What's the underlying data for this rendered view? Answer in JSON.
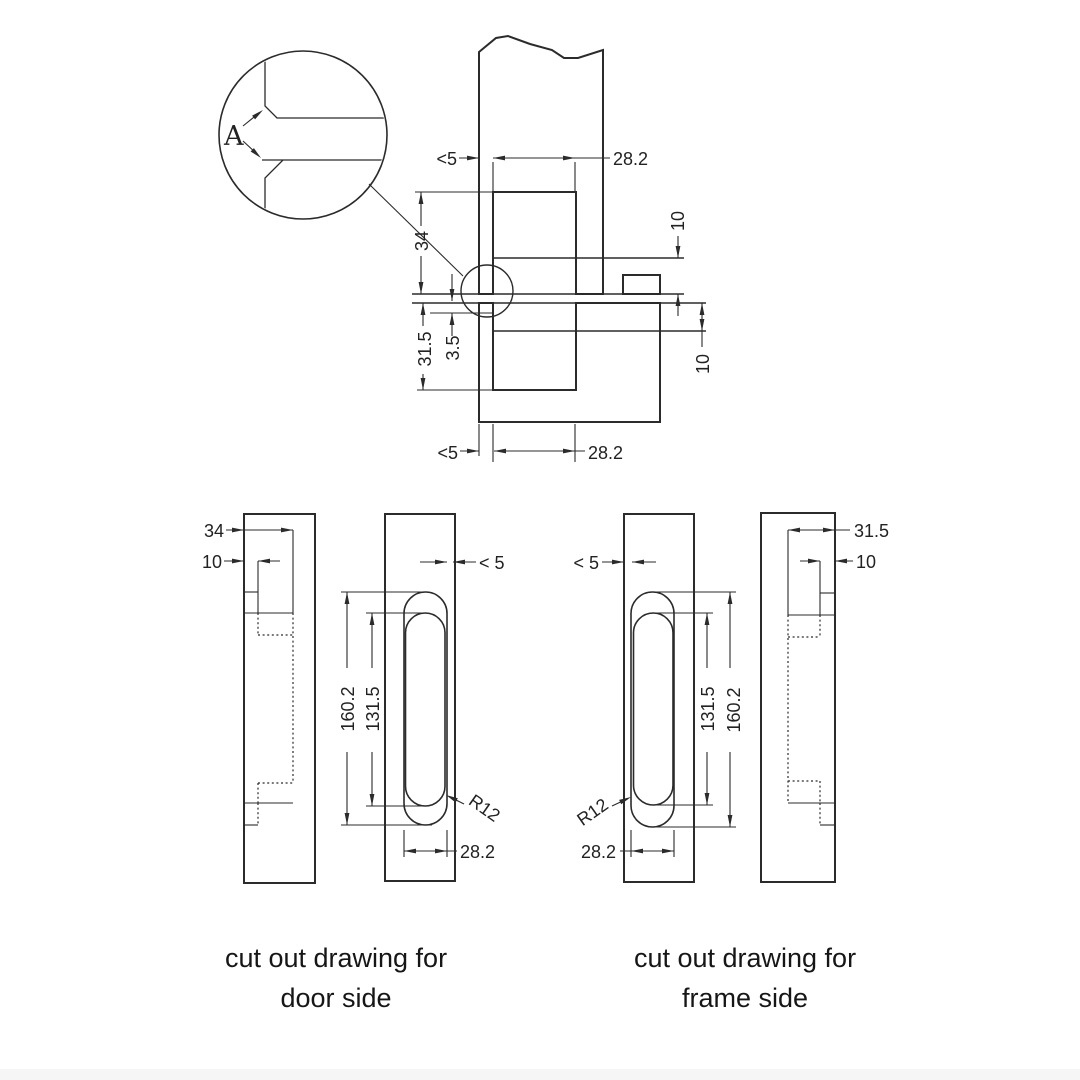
{
  "section_view": {
    "detail_label": "A",
    "dims": {
      "top_edge_gap": "<5",
      "top_pocket_width": "28.2",
      "door_pocket_depth": "34",
      "upper_step": "10",
      "plate_recess": "3.5",
      "frame_pocket_depth": "31.5",
      "lower_step": "10",
      "bottom_edge_gap": "<5",
      "bottom_pocket_width": "28.2"
    }
  },
  "door_views": {
    "side": {
      "pocket_depth": "34",
      "step_depth": "10"
    },
    "front": {
      "edge_gap": "< 5",
      "outer_length": "160.2",
      "inner_length": "131.5",
      "corner_radius": "R12",
      "slot_width": "28.2"
    },
    "caption_line1": "cut out drawing for",
    "caption_line2": "door side"
  },
  "frame_views": {
    "front": {
      "edge_gap": "< 5",
      "inner_length": "131.5",
      "outer_length": "160.2",
      "corner_radius": "R12",
      "slot_width": "28.2"
    },
    "side": {
      "pocket_depth": "31.5",
      "step_depth": "10"
    },
    "caption_line1": "cut out drawing for",
    "caption_line2": "frame side"
  },
  "colors": {
    "line": "#2b2b2b",
    "background": "#ffffff",
    "footer_band": "#f6f6f7"
  }
}
